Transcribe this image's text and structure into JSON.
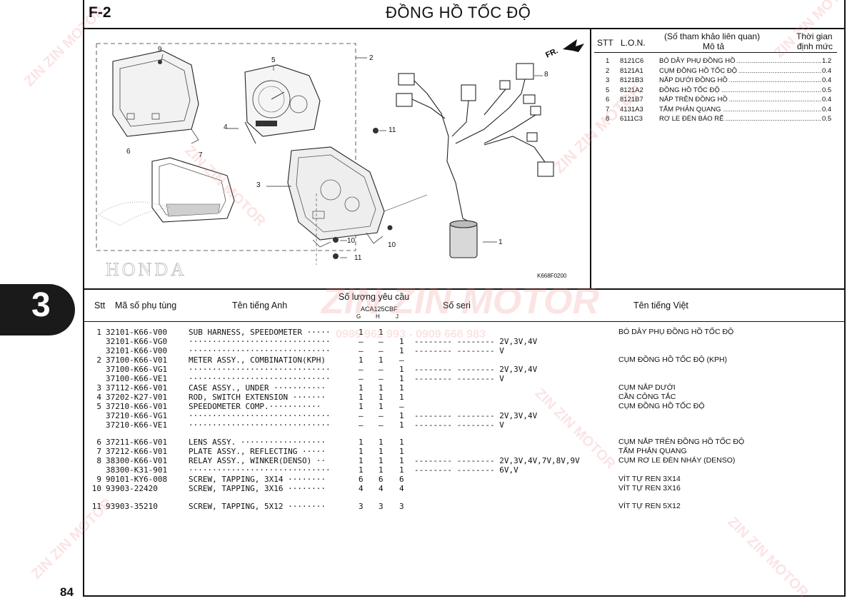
{
  "header": {
    "code": "F-2",
    "title": "ĐỒNG HỒ TỐC ĐỘ"
  },
  "chapter": "3",
  "page_number": "84",
  "illustration": {
    "figure_code": "K668F0200",
    "direction_label": "FR.",
    "brand_watermark": "HONDA",
    "callouts": [
      "1",
      "2",
      "3",
      "4",
      "5",
      "6",
      "7",
      "8",
      "9",
      "10",
      "10",
      "11",
      "11"
    ]
  },
  "lon_table": {
    "headers": {
      "stt": "STT",
      "lon": "L.O.N.",
      "ref_line1": "(Số tham khảo liên quan)",
      "ref_line2": "Mô tả",
      "time_line1": "Thời gian",
      "time_line2": "định mức"
    },
    "rows": [
      {
        "stt": "1",
        "lon": "8121C6",
        "desc": "BÓ DÂY PHỤ ĐỒNG HỒ",
        "time": "1.2"
      },
      {
        "stt": "2",
        "lon": "8121A1",
        "desc": "CỤM ĐỒNG HỒ TỐC ĐỘ",
        "time": "0.4"
      },
      {
        "stt": "3",
        "lon": "8121B3",
        "desc": "NẮP DƯỚI ĐỒNG HỒ",
        "time": "0.4"
      },
      {
        "stt": "5",
        "lon": "8121A2",
        "desc": "ĐỒNG HỒ TỐC ĐỘ",
        "time": "0.5"
      },
      {
        "stt": "6",
        "lon": "8121B7",
        "desc": "NẮP TRÊN ĐỒNG HỒ",
        "time": "0.4"
      },
      {
        "stt": "7",
        "lon": "4131A3",
        "desc": "TẤM PHẢN QUANG",
        "time": "0.4"
      },
      {
        "stt": "8",
        "lon": "6111C3",
        "desc": "RƠ LE ĐÈN BÁO RẼ",
        "time": "0.5"
      }
    ]
  },
  "parts_table": {
    "headers": {
      "stt": "Stt",
      "part_no": "Mã số phụ tùng",
      "en_name": "Tên tiếng Anh",
      "qty": "Số lượng yêu cầu",
      "model": "ACA125CBF",
      "qty_cols": [
        "G",
        "H",
        "J"
      ],
      "serial": "Số seri",
      "vn_name": "Tên tiếng Việt"
    },
    "rows": [
      {
        "no": "1",
        "part": "32101-K66-V00",
        "en": "SUB HARNESS, SPEEDOMETER ·····",
        "g": "1",
        "h": "1",
        "j": "",
        "serial": "",
        "vn": "BÓ DÂY PHỤ ĐỒNG HỒ TỐC ĐỘ"
      },
      {
        "no": "",
        "part": "32101-K66-VG0",
        "en": "······························",
        "g": "–",
        "h": "–",
        "j": "1",
        "serial": "-------- -------- 2V,3V,4V",
        "vn": ""
      },
      {
        "no": "",
        "part": "32101-K66-V00",
        "en": "······························",
        "g": "–",
        "h": "–",
        "j": "1",
        "serial": "-------- -------- V",
        "vn": ""
      },
      {
        "no": "2",
        "part": "37100-K66-V01",
        "en": "METER ASSY., COMBINATION(KPH)",
        "g": "1",
        "h": "1",
        "j": "–",
        "serial": "",
        "vn": "CỤM ĐỒNG HỒ TỐC ĐỘ (KPH)"
      },
      {
        "no": "",
        "part": "37100-K66-VG1",
        "en": "······························",
        "g": "–",
        "h": "–",
        "j": "1",
        "serial": "-------- -------- 2V,3V,4V",
        "vn": ""
      },
      {
        "no": "",
        "part": "37100-K66-VE1",
        "en": "······························",
        "g": "–",
        "h": "–",
        "j": "1",
        "serial": "-------- -------- V",
        "vn": ""
      },
      {
        "no": "3",
        "part": "37112-K66-V01",
        "en": "CASE ASSY., UNDER ···········",
        "g": "1",
        "h": "1",
        "j": "1",
        "serial": "",
        "vn": "CỤM NẮP DƯỚI"
      },
      {
        "no": "4",
        "part": "37202-K27-V01",
        "en": "ROD, SWITCH EXTENSION ·······",
        "g": "1",
        "h": "1",
        "j": "1",
        "serial": "",
        "vn": "CẦN CÔNG TẮC"
      },
      {
        "no": "5",
        "part": "37210-K66-V01",
        "en": "SPEEDOMETER COMP.···········",
        "g": "1",
        "h": "1",
        "j": "–",
        "serial": "",
        "vn": "CỤM ĐỒNG HỒ TỐC ĐỘ"
      },
      {
        "no": "",
        "part": "37210-K66-VG1",
        "en": "······························",
        "g": "–",
        "h": "–",
        "j": "1",
        "serial": "-------- -------- 2V,3V,4V",
        "vn": ""
      },
      {
        "no": "",
        "part": "37210-K66-VE1",
        "en": "······························",
        "g": "–",
        "h": "–",
        "j": "1",
        "serial": "-------- -------- V",
        "vn": ""
      },
      {
        "no": "6",
        "part": "37211-K66-V01",
        "en": "LENS ASSY. ··················",
        "g": "1",
        "h": "1",
        "j": "1",
        "serial": "",
        "vn": "CỤM NẮP TRÊN ĐỒNG HỒ TỐC ĐỘ"
      },
      {
        "no": "7",
        "part": "37212-K66-V01",
        "en": "PLATE ASSY., REFLECTING ·····",
        "g": "1",
        "h": "1",
        "j": "1",
        "serial": "",
        "vn": "TẤM PHẢN QUANG"
      },
      {
        "no": "8",
        "part": "38300-K66-V01",
        "en": "RELAY ASSY., WINKER(DENSO) ··",
        "g": "1",
        "h": "1",
        "j": "1",
        "serial": "-------- -------- 2V,3V,4V,7V,8V,9V",
        "vn": "CỤM RƠ LE ĐÈN NHÁY (DENSO)"
      },
      {
        "no": "",
        "part": "38300-K31-901",
        "en": "······························",
        "g": "1",
        "h": "1",
        "j": "1",
        "serial": "-------- -------- 6V,V",
        "vn": ""
      },
      {
        "no": "9",
        "part": "90101-KY6-008",
        "en": "SCREW, TAPPING, 3X14 ········",
        "g": "6",
        "h": "6",
        "j": "6",
        "serial": "",
        "vn": "VÍT TỰ REN 3X14"
      },
      {
        "no": "10",
        "part": "93903-22420",
        "en": "SCREW, TAPPING, 3X16 ········",
        "g": "4",
        "h": "4",
        "j": "4",
        "serial": "",
        "vn": "VÍT TỰ REN 3X16"
      },
      {
        "no": "11",
        "part": "93903-35210",
        "en": "SCREW, TAPPING, 5X12 ········",
        "g": "3",
        "h": "3",
        "j": "3",
        "serial": "",
        "vn": "VÍT TỰ REN 5X12"
      }
    ]
  },
  "watermarks": {
    "brand": "ZIN ZIN MOTOR",
    "phone": "0986 962 993 - 0909 666 983"
  },
  "colors": {
    "line": "#111111",
    "tab": "#1a1a1a",
    "watermark": "#eb8282"
  }
}
